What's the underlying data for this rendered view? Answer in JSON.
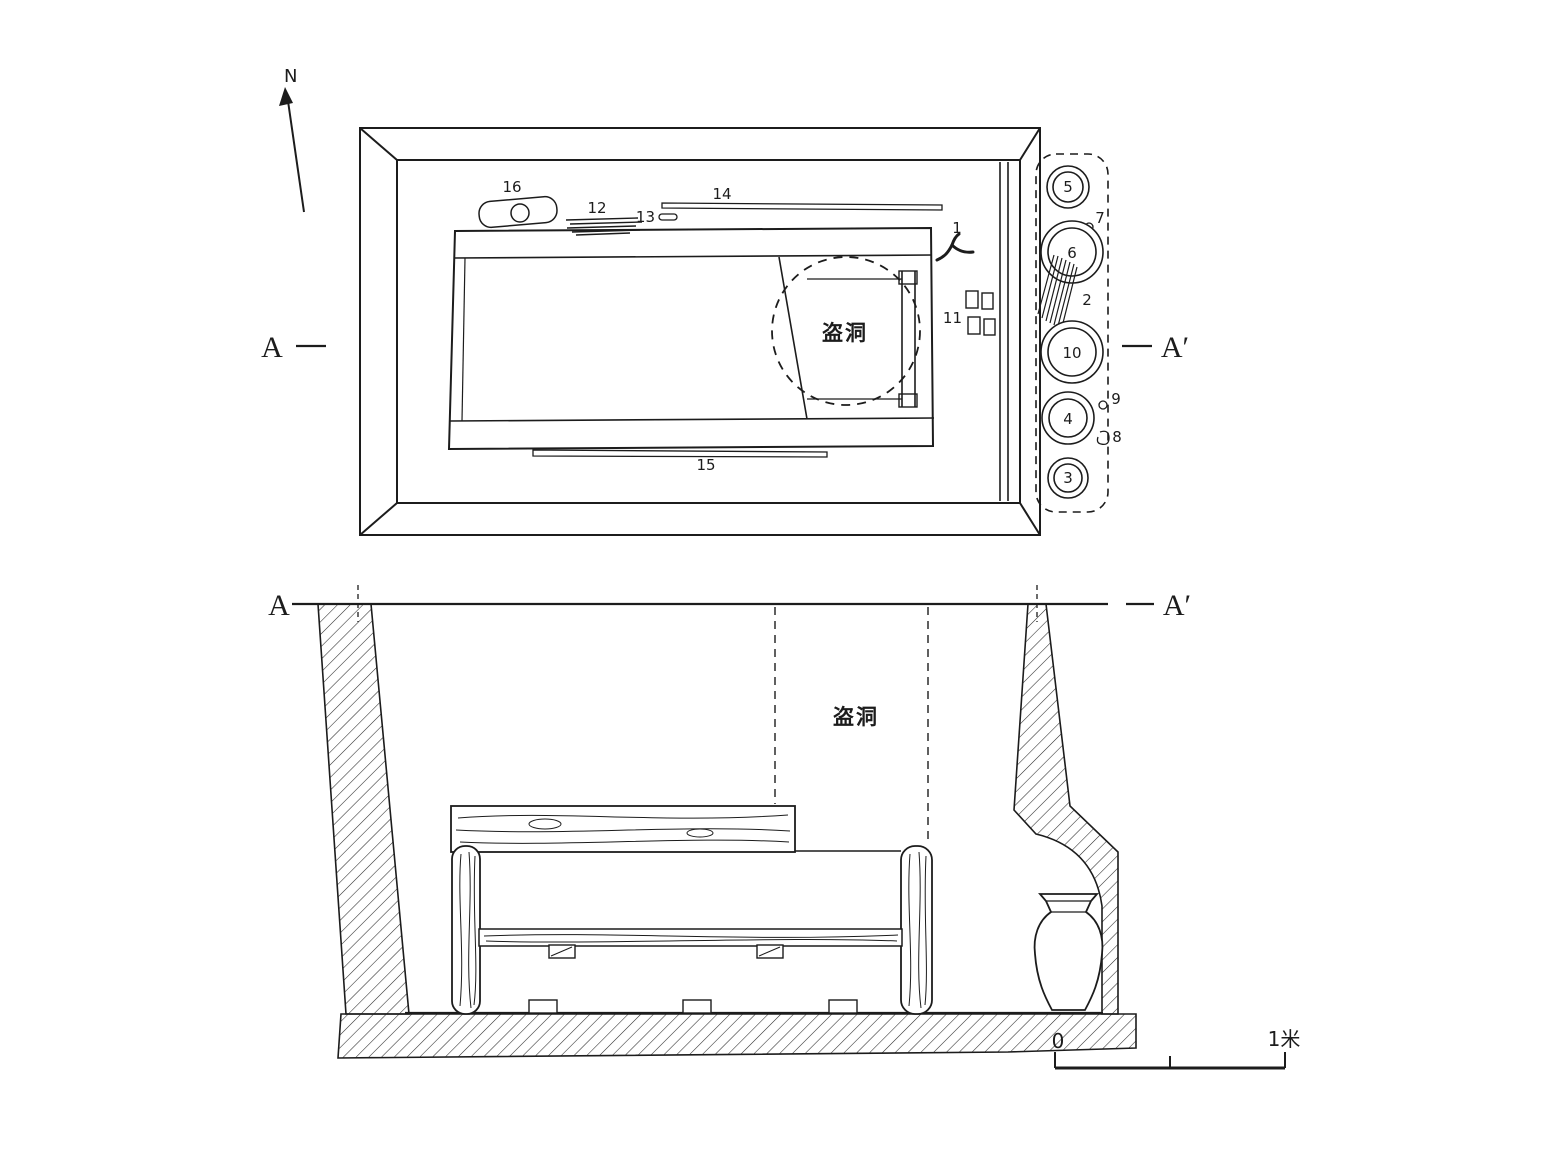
{
  "figure": {
    "ink_color": "#1c1c1c",
    "paper_color": "#ffffff"
  },
  "compass": {
    "north_label": "N"
  },
  "plan": {
    "section_left": "A",
    "section_right": "A′",
    "robber_hole_label": "盗洞",
    "finds": {
      "f1": "1",
      "f2": "2",
      "f3": "3",
      "f4": "4",
      "f5": "5",
      "f6": "6",
      "f7": "7",
      "f8": "8",
      "f9": "9",
      "f10": "10",
      "f11": "11",
      "f12": "12",
      "f13": "13",
      "f14": "14",
      "f15": "15",
      "f16": "16"
    }
  },
  "section": {
    "left": "A",
    "right": "A′",
    "robber_hole_label": "盗洞"
  },
  "scale": {
    "zero": "0",
    "one_meter": "1米"
  }
}
